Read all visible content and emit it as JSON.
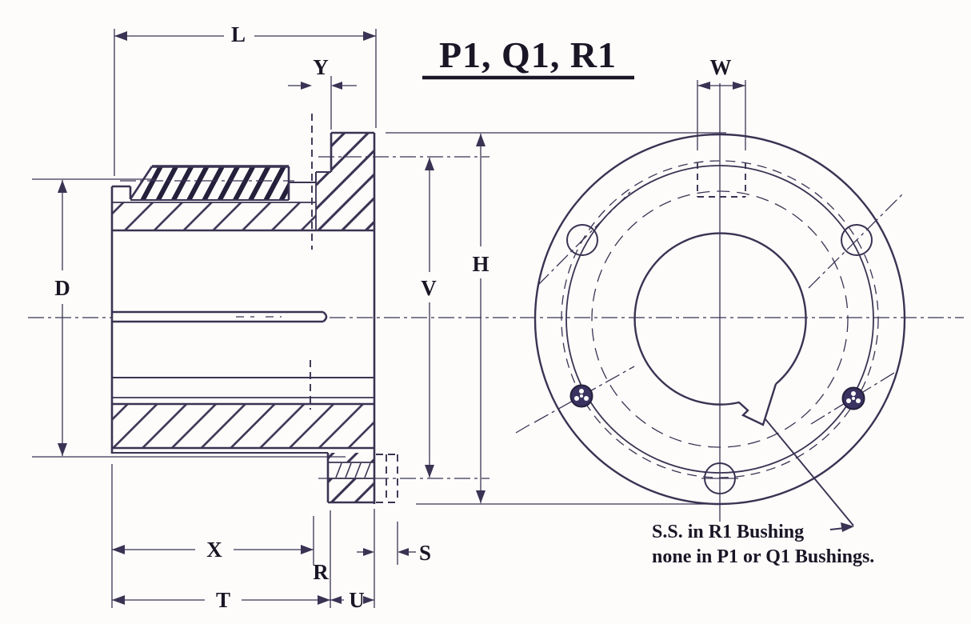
{
  "title": "P1, Q1, R1",
  "dimension_labels": {
    "L": "L",
    "Y": "Y",
    "D": "D",
    "V": "V",
    "H": "H",
    "W": "W",
    "X": "X",
    "R": "R",
    "T": "T",
    "U": "U",
    "S": "S"
  },
  "annotation": {
    "line1": "S.S. in R1 Bushing",
    "line2": "none in P1 or Q1 Bushings."
  },
  "views": {
    "left": "side cross-section of split taper bushing",
    "right": "front view of bushing flange"
  },
  "colors": {
    "ink": "#3a3353",
    "text": "#1b1626",
    "background": "#fdfcfa"
  }
}
